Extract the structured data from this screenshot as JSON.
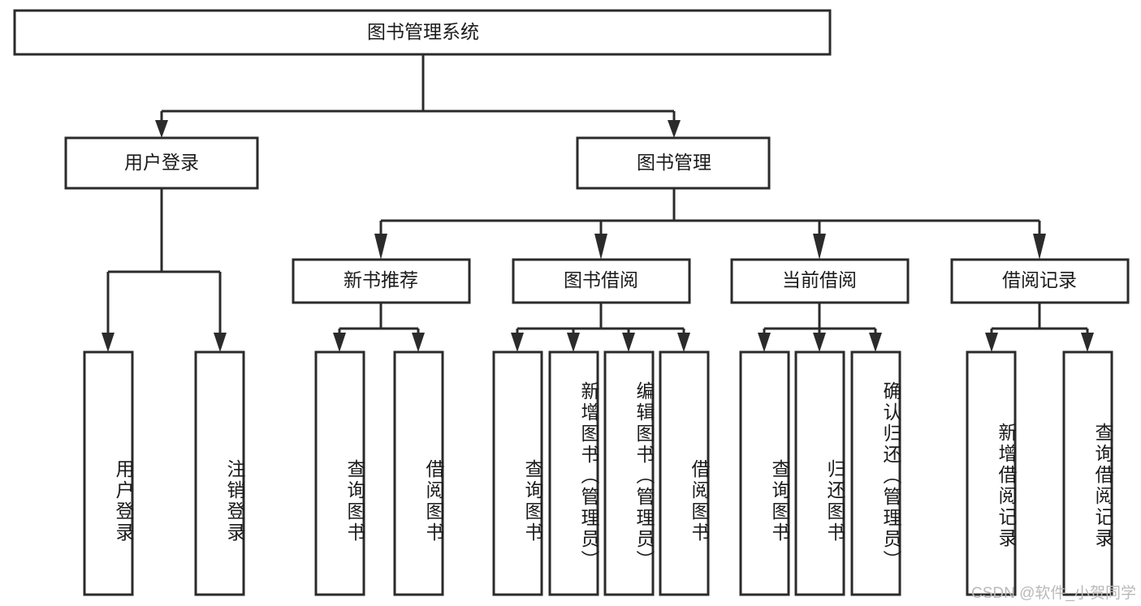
{
  "diagram": {
    "type": "tree-hierarchy",
    "title": "图书管理系统",
    "orientation": "top-down",
    "colors": {
      "box_stroke": "#2b2b2b",
      "box_fill": "#ffffff",
      "connector": "#2b2b2b",
      "text": "#1b1b1b",
      "watermark": "#b9b9b9"
    },
    "levels": {
      "root": {
        "label": "图书管理系统"
      },
      "level2": [
        {
          "label": "用户登录"
        },
        {
          "label": "图书管理"
        }
      ],
      "level3": [
        {
          "label": "新书推荐"
        },
        {
          "label": "图书借阅"
        },
        {
          "label": "当前借阅"
        },
        {
          "label": "借阅记录"
        }
      ],
      "leaves": {
        "user_login": [
          {
            "label": "用户登录"
          },
          {
            "label": "注销登录"
          }
        ],
        "new_book_recommend": [
          {
            "label": "查询图书"
          },
          {
            "label": "借阅图书"
          }
        ],
        "book_borrow": [
          {
            "label": "查询图书"
          },
          {
            "label": "新增图书（管理员）"
          },
          {
            "label": "编辑图书（管理员）"
          },
          {
            "label": "借阅图书"
          }
        ],
        "current_borrow": [
          {
            "label": "查询图书"
          },
          {
            "label": "归还图书"
          },
          {
            "label": "确认归还（管理员）"
          }
        ],
        "borrow_record": [
          {
            "label": "新增借阅记录"
          },
          {
            "label": "查询借阅记录"
          }
        ]
      }
    },
    "watermark": "CSDN @软件_小贺同学"
  }
}
